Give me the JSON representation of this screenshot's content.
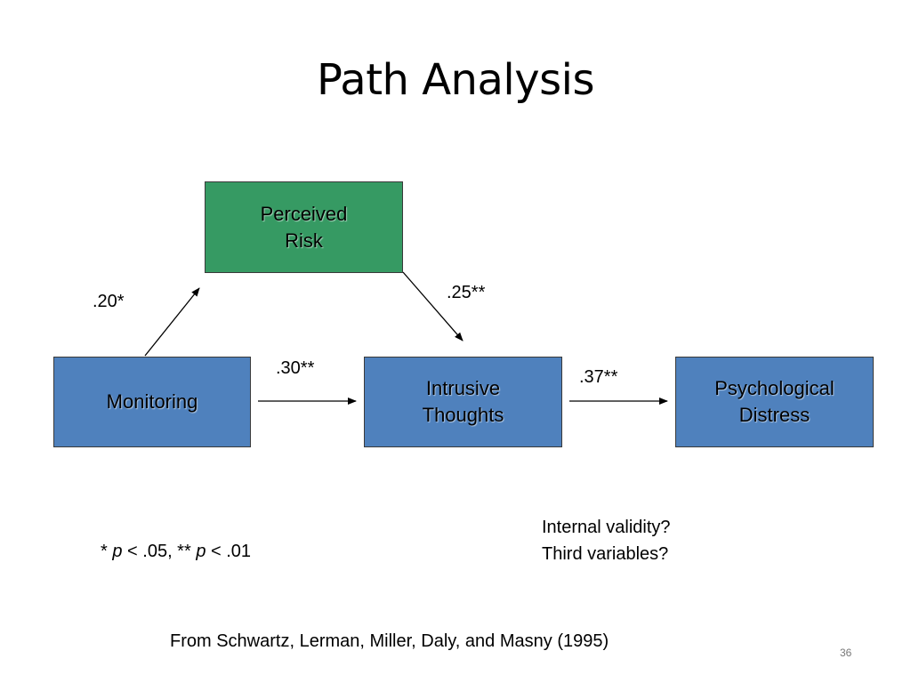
{
  "title": "Path Analysis",
  "nodes": {
    "risk": {
      "label": "Perceived\nRisk",
      "color": "#369a63"
    },
    "monitoring": {
      "label": "Monitoring",
      "color": "#4f81bd"
    },
    "intrusive": {
      "label": "Intrusive\nThoughts",
      "color": "#4f81bd"
    },
    "distress": {
      "label": "Psychological\nDistress",
      "color": "#4f81bd"
    }
  },
  "paths": {
    "monitoring_risk": ".20*",
    "risk_intrusive": ".25**",
    "monitoring_intrusive": ".30**",
    "intrusive_distress": ".37**"
  },
  "significance": {
    "star1": "* ",
    "p1": "p",
    "rest1": " < .05, ** ",
    "p2": "p",
    "rest2": " < .01"
  },
  "questions": "Internal validity?\nThird variables?",
  "citation": "From Schwartz, Lerman, Miller, Daly, and Masny (1995)",
  "page_number": "36"
}
